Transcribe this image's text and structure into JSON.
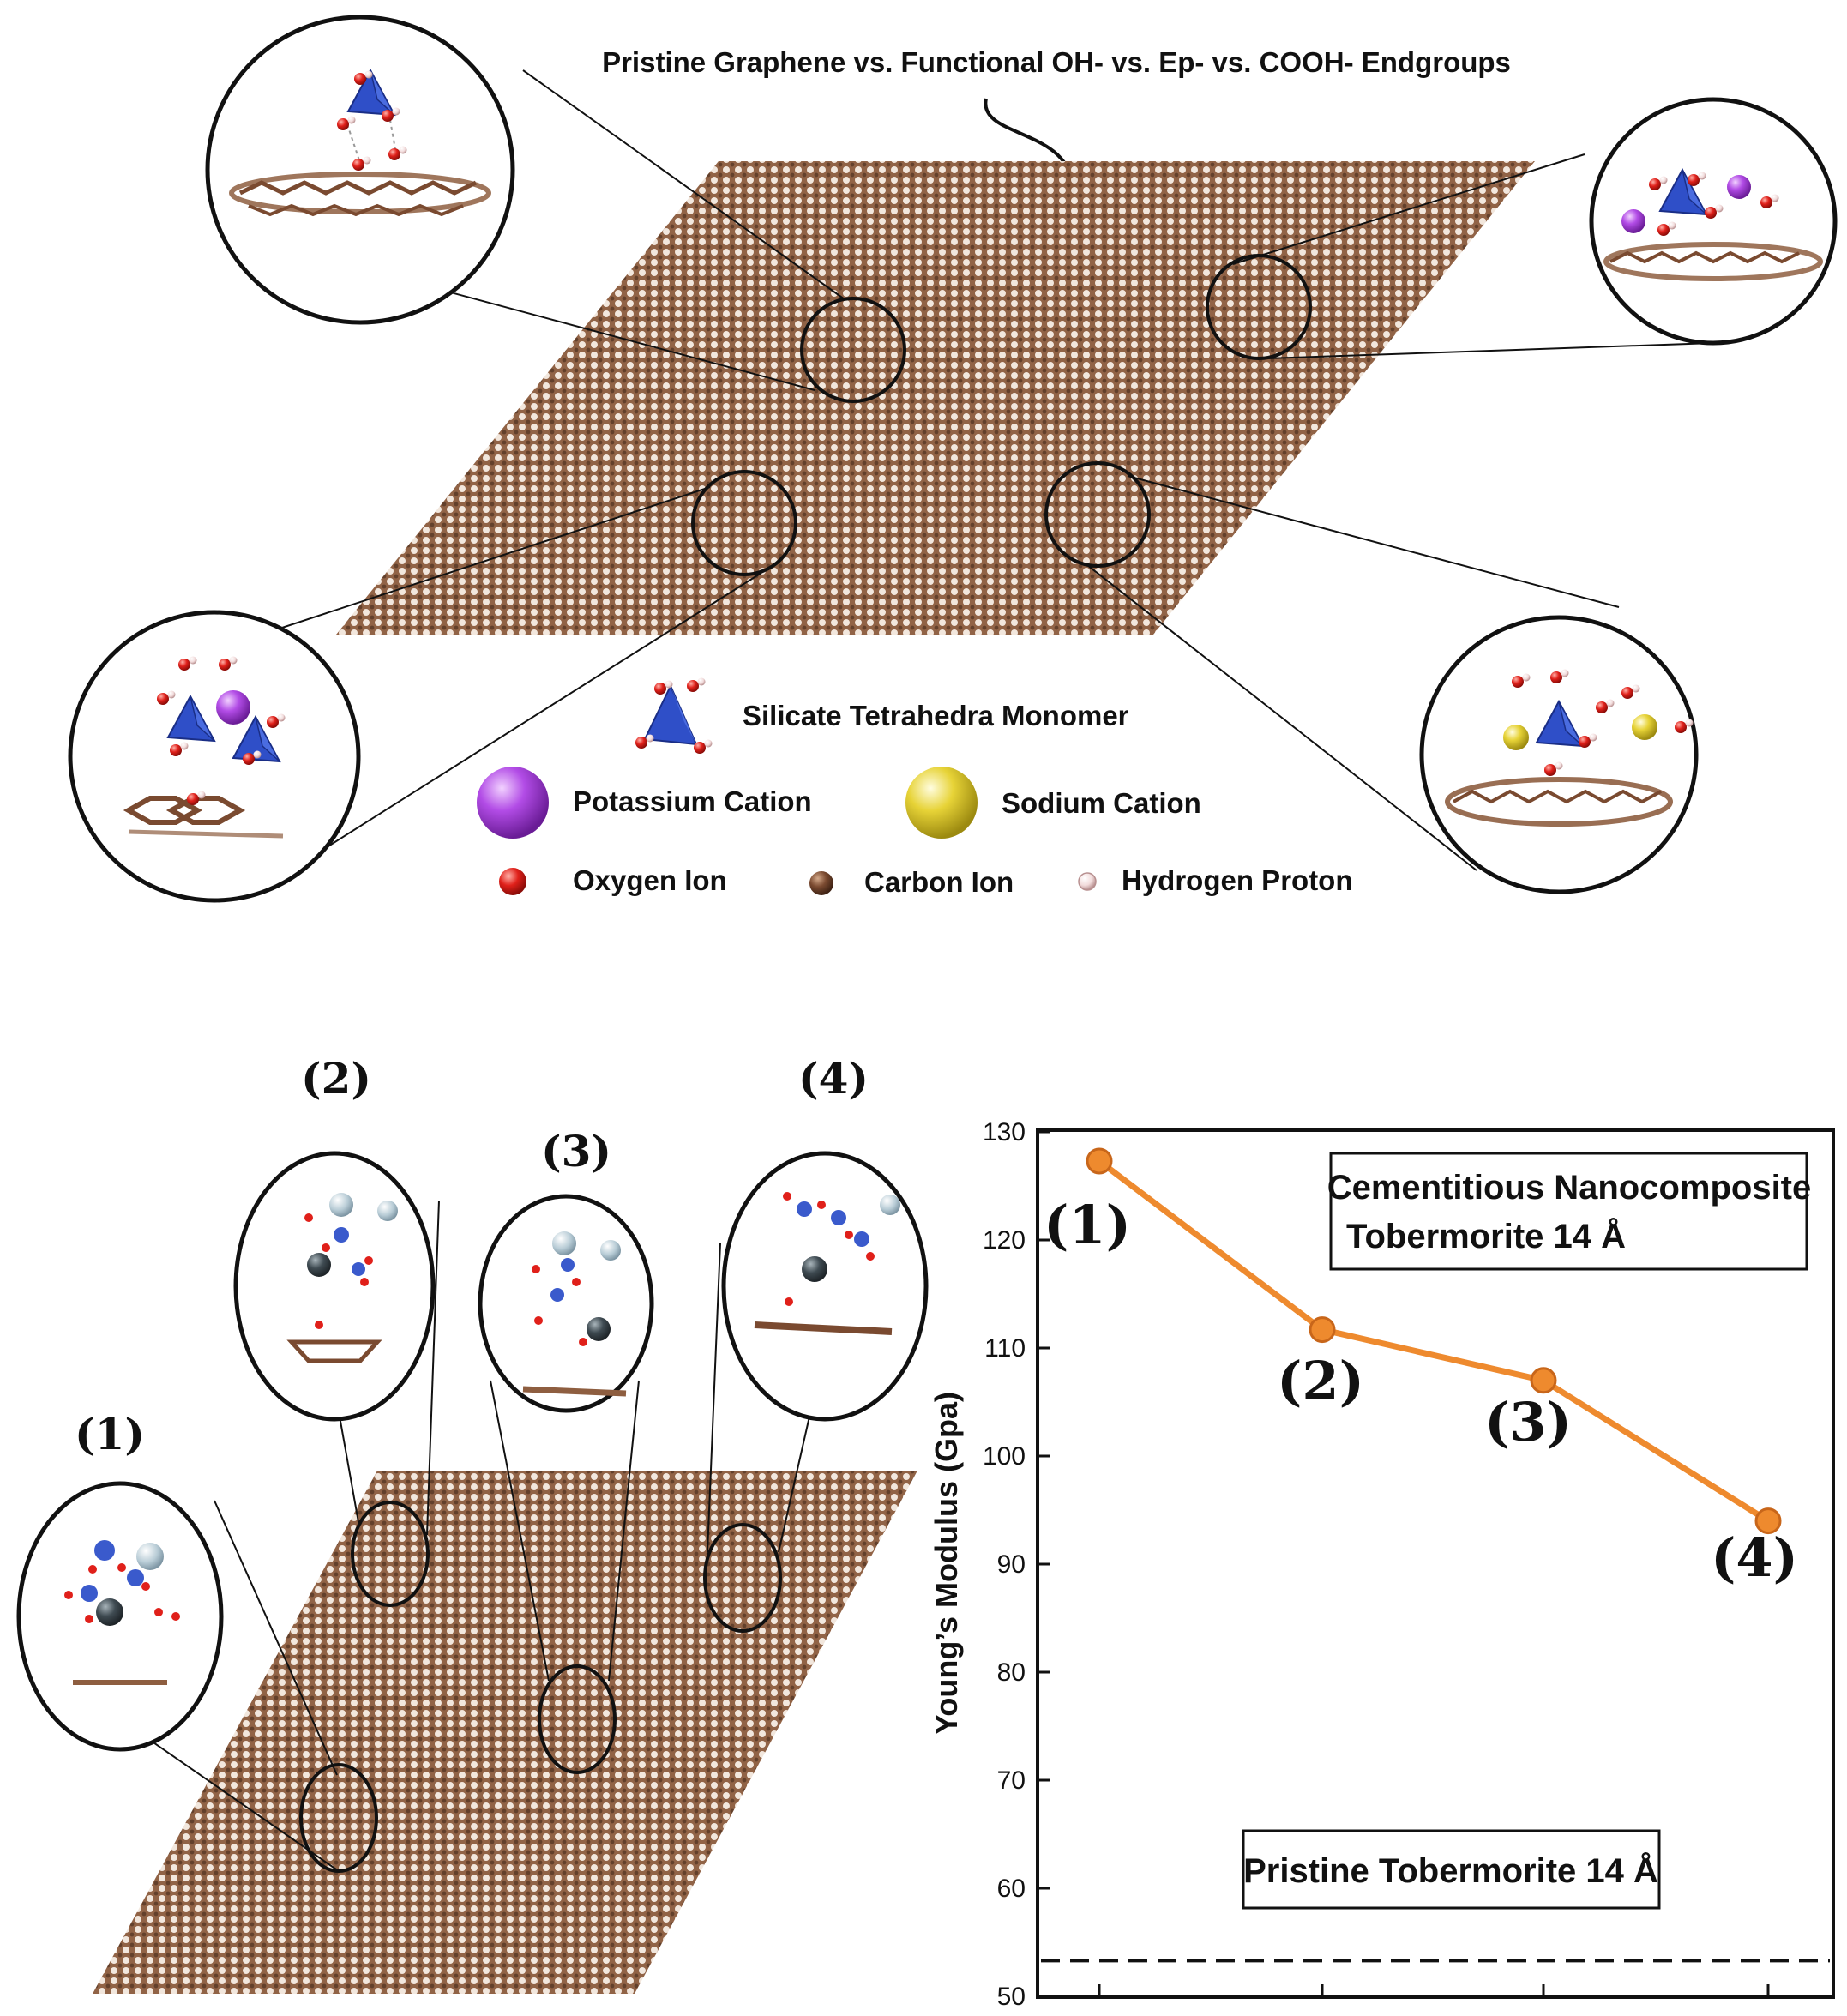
{
  "top_panel": {
    "title": "Pristine Graphene vs. Functional OH- vs. Ep- vs. COOH- Endgroups",
    "legend": {
      "silicate": "Silicate Tetrahedra Monomer",
      "potassium": "Potassium Cation",
      "sodium": "Sodium Cation",
      "oxygen": "Oxygen Ion",
      "carbon": "Carbon Ion",
      "hydrogen": "Hydrogen Proton"
    }
  },
  "bottom_panel": {
    "zoom_labels": [
      "(1)",
      "(2)",
      "(3)",
      "(4)"
    ]
  },
  "chart_data": {
    "type": "line",
    "title": "",
    "xlabel": "",
    "ylabel": "Young’s Modulus (Gpa)",
    "ylim": [
      50,
      130
    ],
    "yticks": [
      50,
      60,
      70,
      80,
      90,
      100,
      110,
      120,
      130
    ],
    "categories": [
      "(1)",
      "(2)",
      "(3)",
      "(4)"
    ],
    "series": [
      {
        "values": [
          127.3,
          111.7,
          107.0,
          94.0
        ]
      }
    ],
    "reference_line": {
      "label": "Pristine Tobermorite 14 Å",
      "value": 53.3
    },
    "annotation": [
      "Cementitious Nanocomposite",
      "Tobermorite 14 Å"
    ],
    "colors": {
      "series": "#EE8A2E",
      "marker_edge": "#C8661A",
      "reference": "#111111"
    }
  },
  "colors": {
    "graphene": "#8B5A3C",
    "silicate": "#2F4FC8",
    "potassium": "#A23BD6",
    "sodium": "#D8C22A",
    "oxygen": "#E0201A",
    "carbon": "#7A4A30",
    "hydrogen": "#F0D8D8",
    "cation_gray": "#3F4B52"
  }
}
